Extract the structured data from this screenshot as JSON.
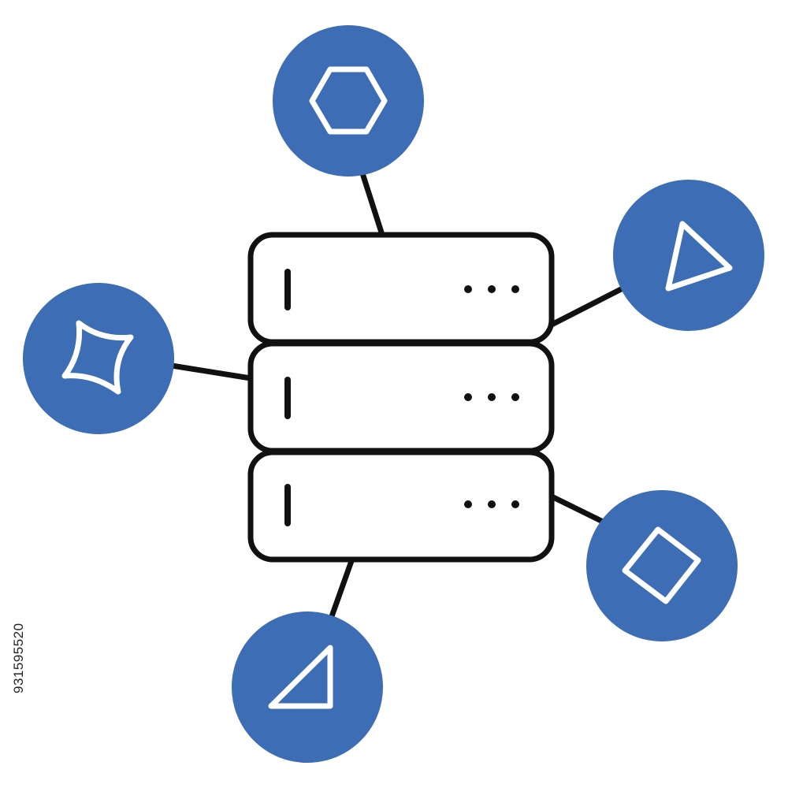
{
  "diagram": {
    "colors": {
      "node_fill": "#3d6db5",
      "stroke": "#111111",
      "icon_stroke": "#ffffff",
      "background": "#ffffff"
    },
    "server_rack": {
      "units": 3,
      "icon": "server-rack-icon",
      "unit_icons": [
        "power-indicator-icon",
        "status-dots-icon"
      ]
    },
    "nodes": [
      {
        "name": "hexagon-node",
        "icon": "hexagon-icon"
      },
      {
        "name": "triangle-right-node",
        "icon": "play-triangle-icon"
      },
      {
        "name": "square-node",
        "icon": "diamond-square-icon"
      },
      {
        "name": "right-triangle-node",
        "icon": "right-triangle-icon"
      },
      {
        "name": "star-node",
        "icon": "four-point-star-icon"
      }
    ]
  },
  "side_id": "931595520"
}
